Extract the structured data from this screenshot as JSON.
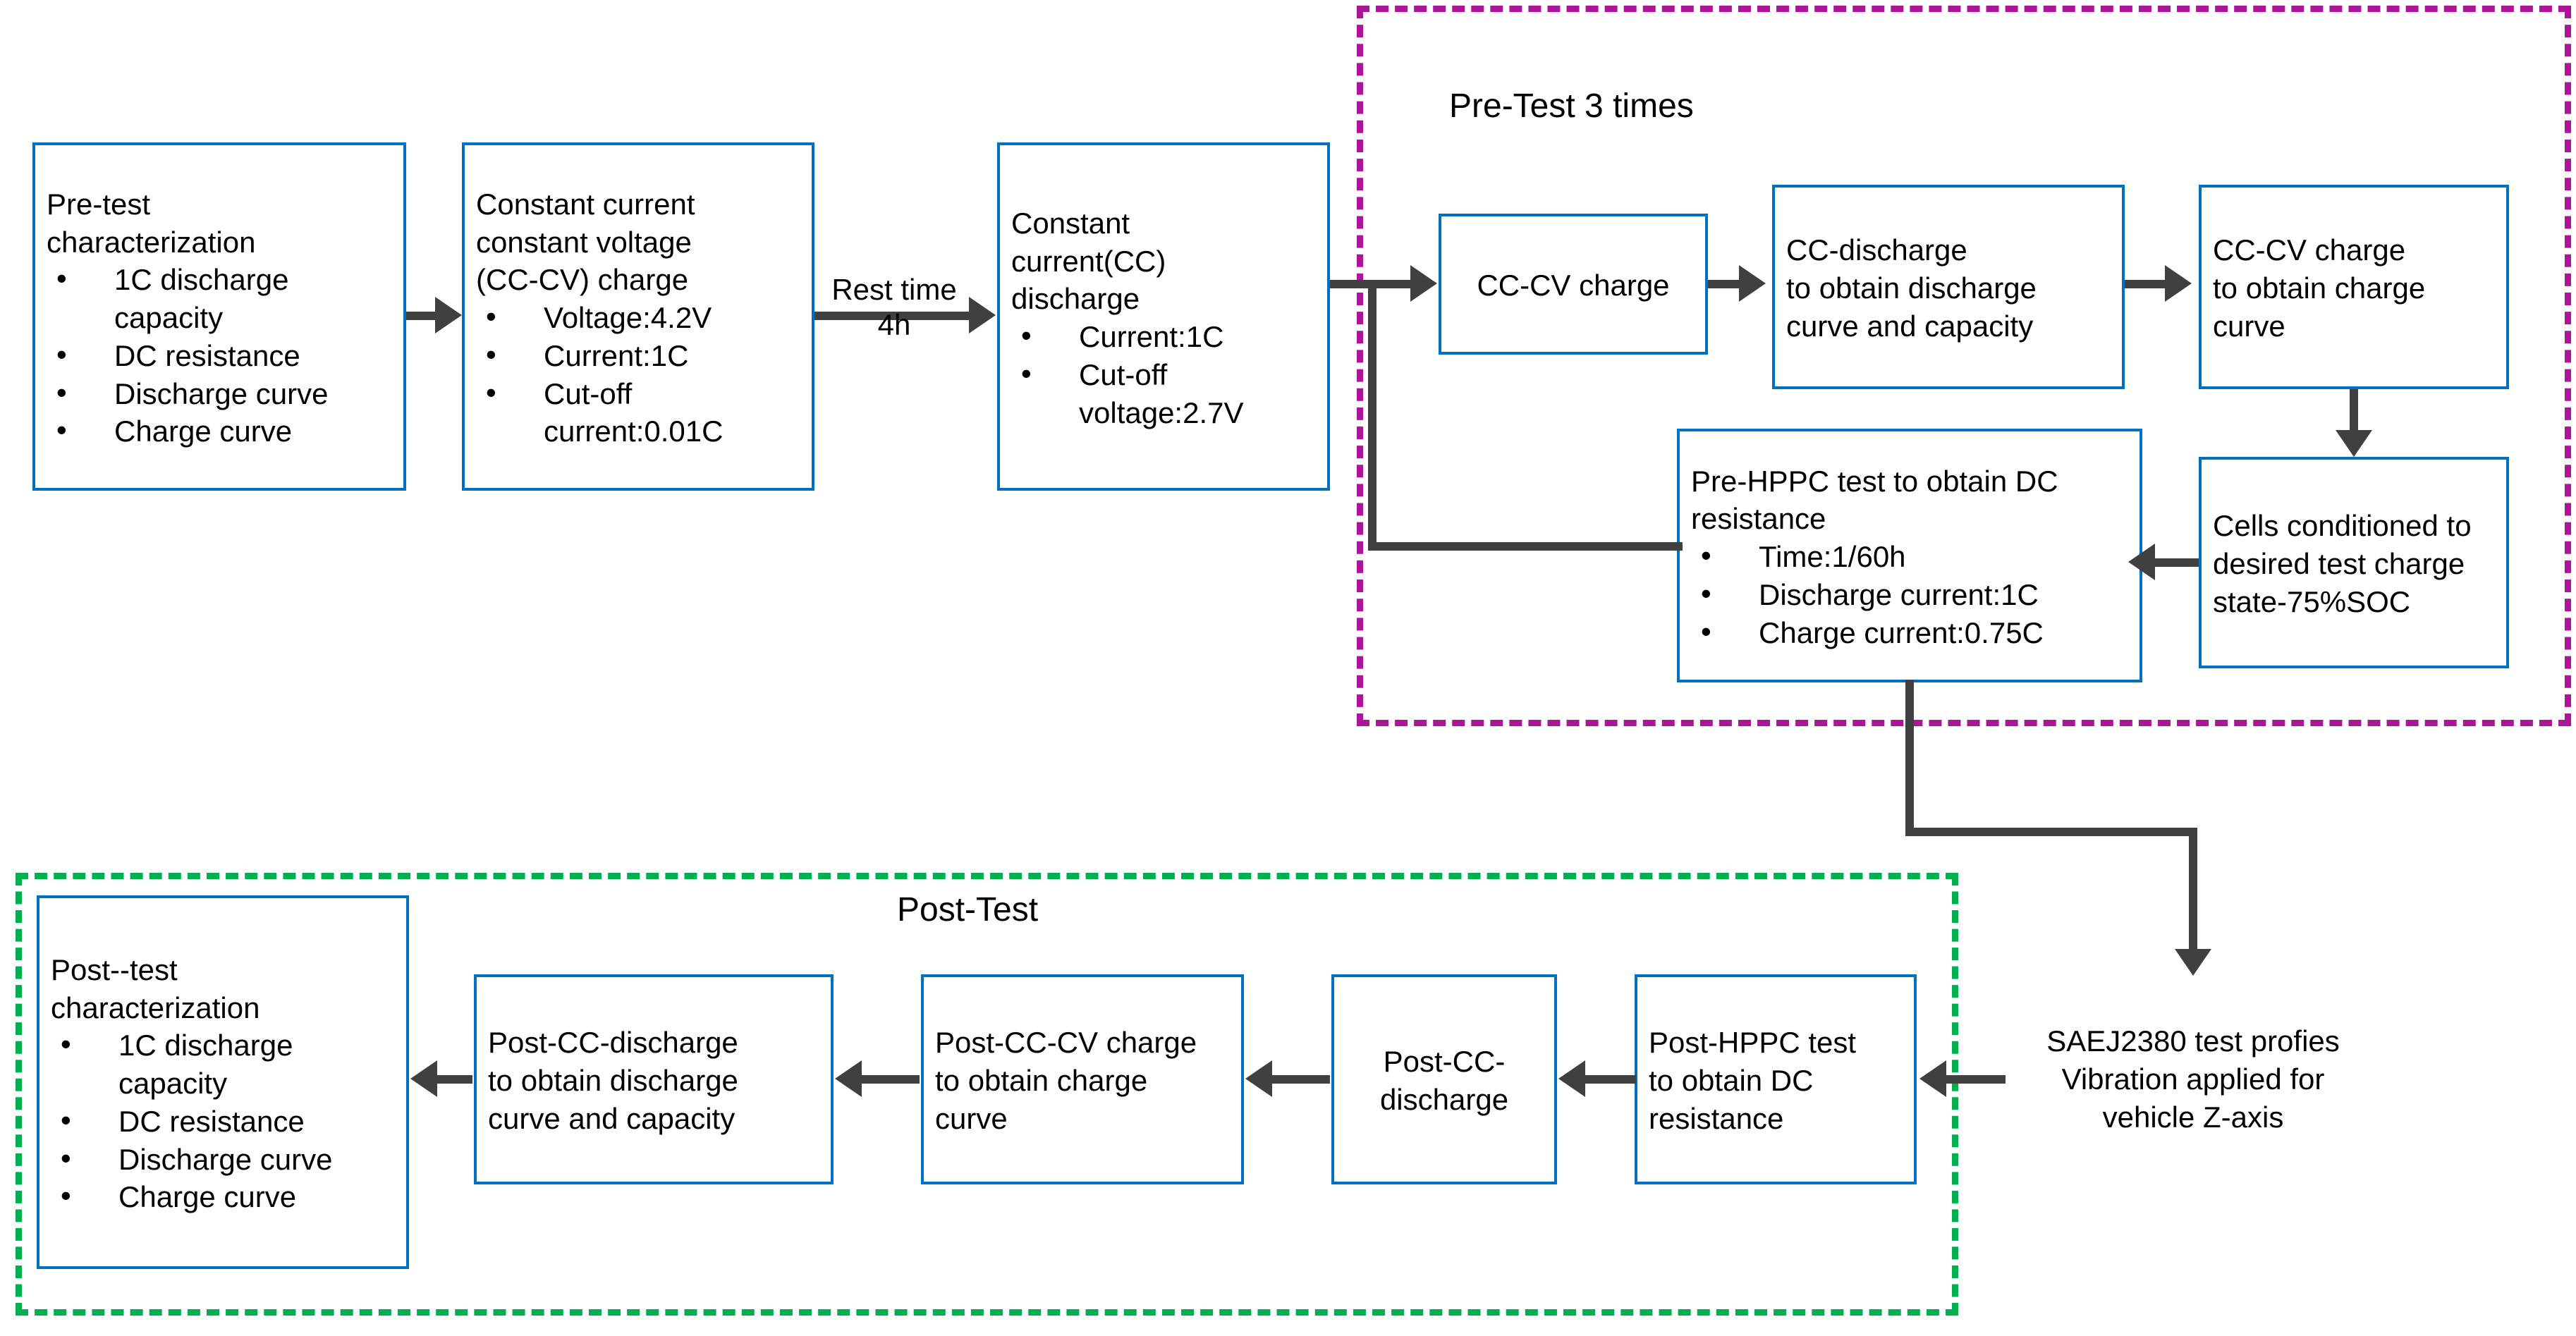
{
  "diagram": {
    "title_pretest": "Pre-Test 3 times",
    "title_posttest": "Post-Test",
    "colors": {
      "box_border": "#0070C0",
      "pretest_group": "#AE1499",
      "posttest_group": "#00B050",
      "vibration_group": "#FF0000",
      "arrow": "#404040",
      "text": "#000000",
      "background": "#FFFFFF"
    }
  },
  "boxes": {
    "pre_test_characterization": {
      "title": "Pre-test\ncharacterization",
      "bullets": [
        "1C discharge capacity",
        "DC resistance",
        "Discharge curve",
        "Charge curve"
      ]
    },
    "cc_cv_charge_full": {
      "title": "Constant current\nconstant voltage\n(CC-CV) charge",
      "bullets": [
        "Voltage:4.2V",
        "Current:1C",
        "Cut-off current:0.01C"
      ]
    },
    "cc_discharge_full": {
      "title": "Constant\ncurrent(CC)\ndischarge",
      "bullets": [
        "Current:1C",
        "Cut-off voltage:2.7V"
      ]
    },
    "pre_cc_cv_charge": {
      "title": "CC-CV charge"
    },
    "pre_cc_discharge": {
      "title": "CC-discharge\nto obtain discharge\ncurve and capacity"
    },
    "pre_cc_cv_charge_curve": {
      "title": "CC-CV charge\nto obtain charge\ncurve"
    },
    "cells_conditioned": {
      "title": "Cells conditioned to\ndesired test charge\nstate-75%SOC"
    },
    "pre_hppc": {
      "title": "Pre-HPPC test to obtain DC\nresistance",
      "bullets": [
        "Time:1/60h",
        "Discharge current:1C",
        "Charge current:0.75C"
      ]
    },
    "saej2380": {
      "title": "SAEJ2380 test profies\nVibration applied for\nvehicle Z-axis"
    },
    "post_hppc": {
      "title": "Post-HPPC test\nto obtain DC\nresistance"
    },
    "post_cc_discharge_short": {
      "title": "Post-CC-\ndischarge"
    },
    "post_cc_cv_charge": {
      "title": "Post-CC-CV charge\nto obtain charge\ncurve"
    },
    "post_cc_discharge": {
      "title": "Post-CC-discharge\nto obtain discharge\ncurve and capacity"
    },
    "post_test_characterization": {
      "title": "Post--test\ncharacterization",
      "bullets": [
        "1C discharge capacity",
        "DC resistance",
        "Discharge curve",
        "Charge curve"
      ]
    }
  },
  "edges": {
    "rest_time": "Rest time\n4h"
  }
}
